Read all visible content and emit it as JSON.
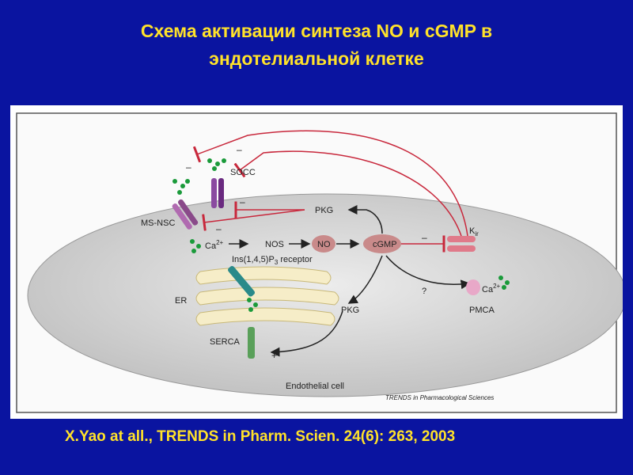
{
  "slide": {
    "title_line1": "Схема активации синтеза NO и cGMP в",
    "title_line2": "эндотелиальной клетке",
    "citation": "X.Yao at all., TRENDS in Pharm. Scien. 24(6): 263, 2003"
  },
  "diagram": {
    "labels": {
      "socc": "SOCC",
      "ms_nsc": "MS-NSC",
      "pkg_top": "PKG",
      "ca_main": "Ca",
      "ca_main_sup": "2+",
      "nos": "NOS",
      "no": "NO",
      "cgmp": "cGMP",
      "kir": "K",
      "kir_sub": "ir",
      "ins_receptor": "Ins(1,4,5)P",
      "ins_sub": "3",
      "ins_suffix": " receptor",
      "er": "ER",
      "pkg_bottom": "PKG",
      "question": "?",
      "ca_pmca": "Ca",
      "ca_pmca_sup": "2+",
      "pmca": "PMCA",
      "serca": "SERCA",
      "endothelial_cell": "Endothelial cell",
      "journal": "TRENDS in Pharmacological Sciences"
    },
    "signs": {
      "minus_top1": "–",
      "minus_top2": "–",
      "minus_socc": "–",
      "minus_ms": "–",
      "minus_cgmp": "–",
      "plus_serca": "+"
    },
    "colors": {
      "background": "#0a14a0",
      "title": "#ffe22a",
      "cell": "#dcdcdc",
      "inhibit_line": "#c8283c",
      "green_particles": "#1a9a3a",
      "socc_channel": "#8a4aa0",
      "ms_channel": "#b06ab0",
      "kir_channel": "#e07a8a",
      "ip3_receptor": "#2a8a8a",
      "serca_pump": "#5aa05a",
      "no_cgmp_fill": "#c98a8a",
      "er_fill": "#f6edc8"
    }
  }
}
